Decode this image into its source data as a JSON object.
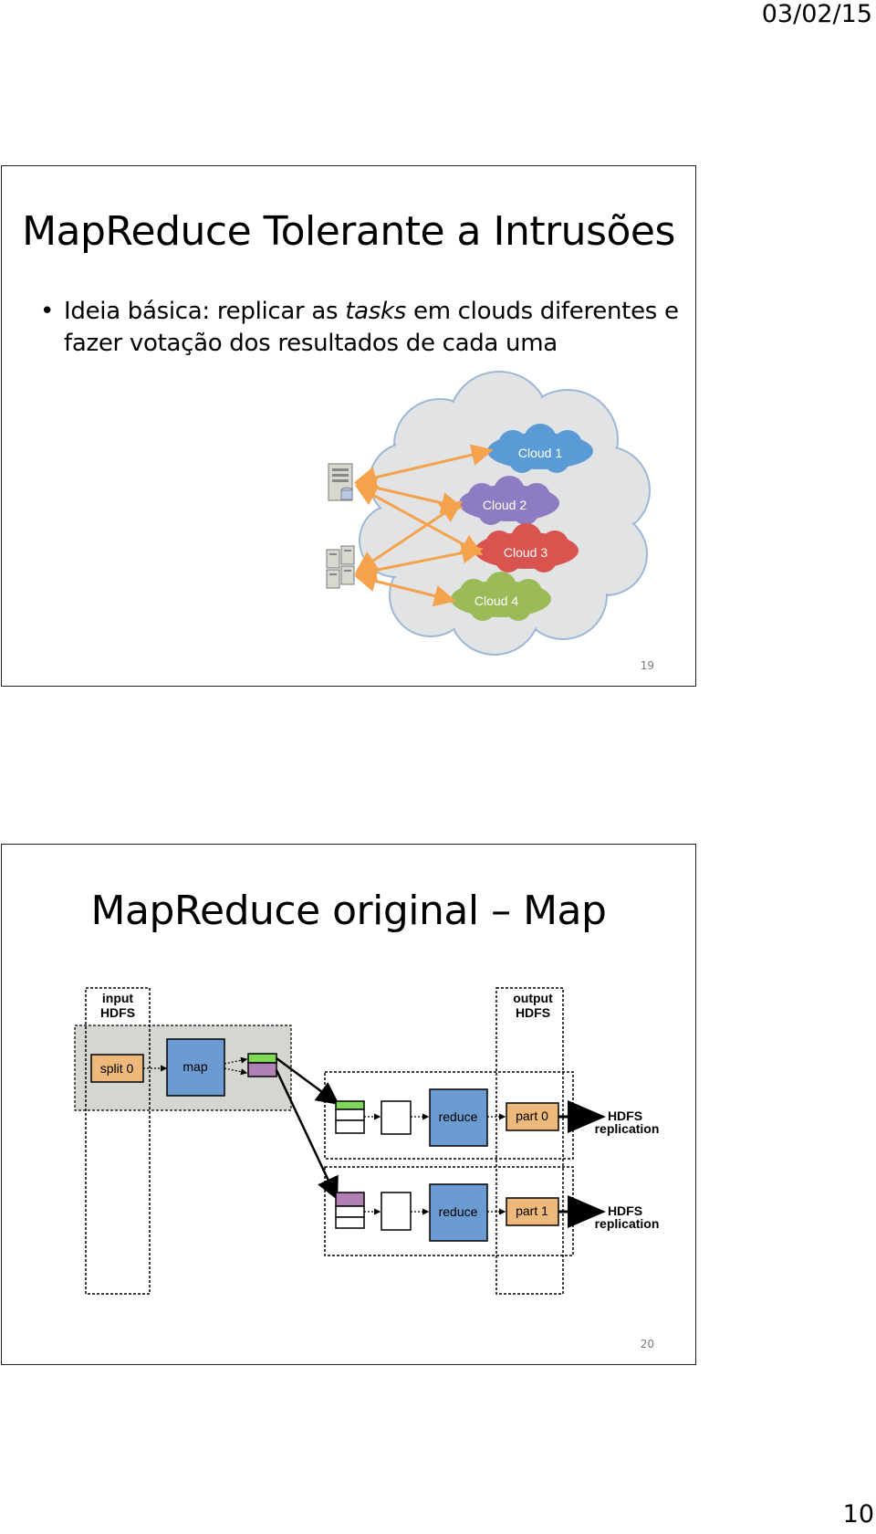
{
  "header": {
    "date": "03/02/15"
  },
  "footer": {
    "page_number": "10"
  },
  "slides": [
    {
      "title": "MapReduce Tolerante a Intrusões",
      "bullet": {
        "marker": "•",
        "prefix": "Ideia básica: replicar as ",
        "emphasis": "tasks",
        "suffix": " em clouds diferentes e fazer votação dos resultados de cada uma"
      },
      "clouds": [
        "Cloud 1",
        "Cloud 2",
        "Cloud 3",
        "Cloud 4"
      ],
      "colors": {
        "big_cloud": "#e2e3e4",
        "cloud1": "#5b9bd5",
        "cloud2": "#8e7cc3",
        "cloud3": "#d9534f",
        "cloud4": "#9bbb59",
        "arrows": "#f4a24c"
      },
      "number": "19"
    },
    {
      "title": "MapReduce original – Map",
      "diagram": {
        "input_label_1": "input",
        "input_label_2": "HDFS",
        "output_label_1": "output",
        "output_label_2": "HDFS",
        "split": "split 0",
        "map": "map",
        "reduce_1": "reduce",
        "reduce_2": "reduce",
        "part_0": "part 0",
        "part_1": "part 1",
        "replication_1a": "HDFS",
        "replication_1b": "replication",
        "replication_2a": "HDFS",
        "replication_2b": "replication"
      },
      "colors": {
        "map_region": "#d4d6d2",
        "map_box": "#6b9bd1",
        "reduce_box": "#6b9bd1",
        "orange_box": "#ecb97a",
        "green_partition": "#7ed957",
        "purple_partition": "#b07fb5"
      },
      "number": "20"
    }
  ]
}
